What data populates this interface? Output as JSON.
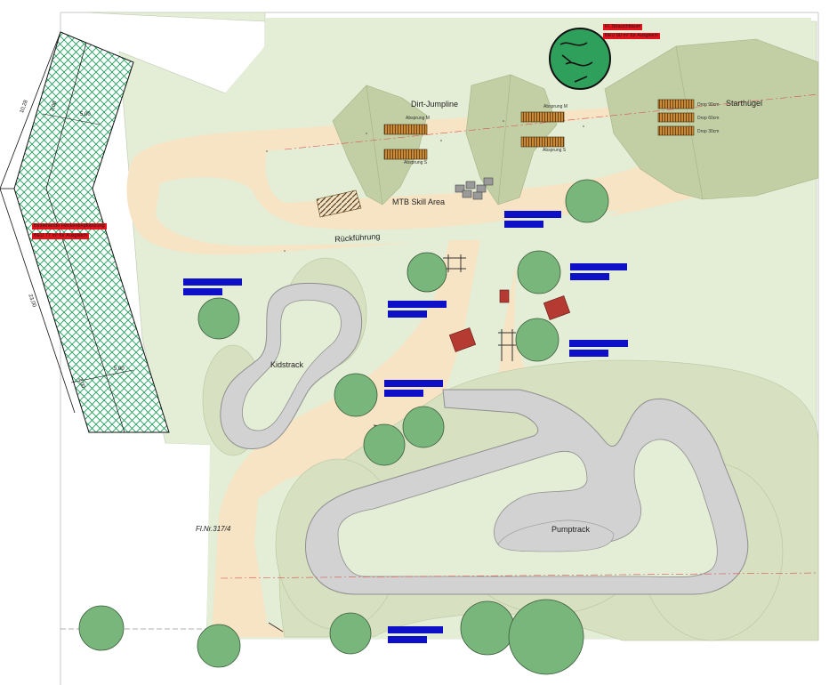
{
  "labels": {
    "dirt_jumpline": "Dirt-Jumpline",
    "starthuegel": "Starthügel",
    "mtb_skill_area": "MTB Skill Area",
    "rueckfuehrung": "Rückführung",
    "kidstrack": "Kidstrack",
    "pumptrack": "Pumptrack",
    "parcel": "Fl.Nr.317/4"
  },
  "ramp_labels": {
    "absprung_m_left": "Absprung M",
    "absprung_s_left": "Absprung S",
    "absprung_m_right": "Absprung M",
    "absprung_s_right": "Absprung S",
    "drop_90": "Drop 90cm",
    "drop_60": "Drop 60cm",
    "drop_30": "Drop 30cm"
  },
  "dimensions": {
    "d_10_28": "10,28",
    "d_2_00_top": "2,00",
    "d_5_00_top": "5,00",
    "d_23_00": "23,00",
    "d_2_00_bottom": "2,00",
    "d_5_00_bottom": "5,00"
  },
  "annotations": {
    "tree_red_line1": "Fl. Strauchbaum",
    "tree_red_line2": "BEU 80 m² für Ausgleich",
    "hedge_red_line1": "Bestehende Heckenbepflanzung",
    "hedge_red_line2": "BEU 77 m² für Ausgleich"
  },
  "colors": {
    "lawn": "#e4edd6",
    "sand": "#f7e4c4",
    "mound": "#c2cfa5",
    "track": "#d2d2d2",
    "tree": "#79b67c",
    "hedge": "#1e9e5a",
    "red_tag": "#e0141c",
    "blue_tag": "#0e10c8",
    "red_line": "#d9534f"
  }
}
